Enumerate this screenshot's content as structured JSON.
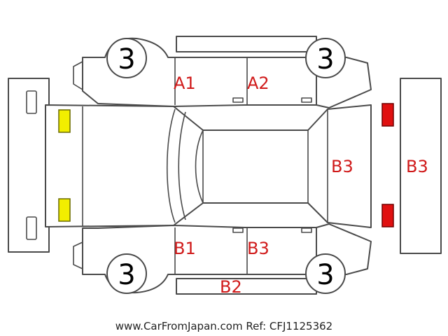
{
  "damage_markers": {
    "front_left_door": "A1",
    "front_right_door": "A2",
    "rear_left_door": "B1",
    "rear_right_door": "B3",
    "right_sill": "B2",
    "rear_window": "B3",
    "rear_bumper": "B3"
  },
  "wheels": {
    "front_left": "3",
    "front_right": "3",
    "rear_left": "3",
    "rear_right": "3"
  },
  "footer": {
    "caption": "www.CarFromJapan.com Ref: CFJ1125362"
  },
  "colors": {
    "marker_text": "#d01a1a",
    "headlight": "#f2ee00",
    "tail_light": "#e01010",
    "outline": "#4a4a4a"
  }
}
